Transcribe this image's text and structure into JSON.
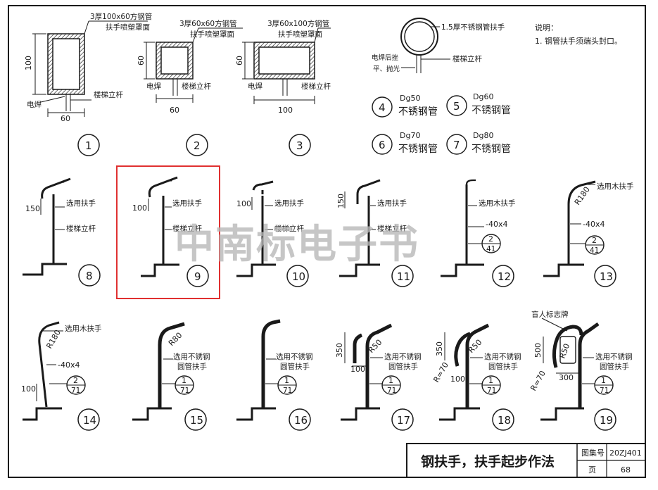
{
  "notes": {
    "title": "说明：",
    "line1": "1. 钢管扶手须端头封口。"
  },
  "sections": {
    "s1": {
      "label": "3厚100x60方钢管",
      "label2": "扶手喷塑罩面",
      "height": "100",
      "width": "60",
      "weld": "电焊",
      "post": "楼梯立杆",
      "num": "1"
    },
    "s2": {
      "label": "3厚60x60方钢管",
      "label2": "扶手喷塑罩面",
      "height": "60",
      "width": "60",
      "weld": "电焊",
      "post": "楼梯立杆",
      "num": "2"
    },
    "s3": {
      "label": "3厚60x100方钢管",
      "label2": "扶手喷塑罩面",
      "height": "60",
      "width": "100",
      "weld": "电焊",
      "post": "楼梯立杆",
      "num": "3"
    },
    "round": {
      "label": "1.5厚不锈钢管扶手",
      "weld": "电焊后挫",
      "weld2": "平、抛光",
      "post": "楼梯立杆"
    }
  },
  "pipes": [
    {
      "num": "4",
      "size": "Dg50",
      "mat": "不锈钢管"
    },
    {
      "num": "5",
      "size": "Dg60",
      "mat": "不锈钢管"
    },
    {
      "num": "6",
      "size": "Dg70",
      "mat": "不锈钢管"
    },
    {
      "num": "7",
      "size": "Dg80",
      "mat": "不锈钢管"
    }
  ],
  "details": {
    "d8": {
      "num": "8",
      "dim": "150",
      "label1": "选用扶手",
      "label2": "楼梯立杆"
    },
    "d9": {
      "num": "9",
      "dim": "100",
      "label1": "选用扶手",
      "label2": "楼梯立杆"
    },
    "d10": {
      "num": "10",
      "dim": "100",
      "label1": "选用扶手",
      "label2": "楼梯立杆"
    },
    "d11": {
      "num": "11",
      "dim": "150",
      "label1": "选用扶手",
      "label2": "楼梯立杆"
    },
    "d12": {
      "num": "12",
      "label1": "选用木扶手",
      "label2": "-40x4",
      "ref_top": "2",
      "ref_bot": "41"
    },
    "d13": {
      "num": "13",
      "label1": "选用木扶手",
      "radius": "R180",
      "label2": "-40x4",
      "ref_top": "2",
      "ref_bot": "41"
    },
    "d14": {
      "num": "14",
      "label1": "选用木扶手",
      "radius": "R180",
      "label2": "-40x4",
      "dim": "100",
      "ref_top": "2",
      "ref_bot": "71"
    },
    "d15": {
      "num": "15",
      "radius": "R80",
      "label1": "选用不锈钢",
      "label2": "圆管扶手",
      "ref_top": "1",
      "ref_bot": "71"
    },
    "d16": {
      "num": "16",
      "label1": "选用不锈钢",
      "label2": "圆管扶手",
      "ref_top": "1",
      "ref_bot": "71"
    },
    "d17": {
      "num": "17",
      "dim1": "350",
      "radius": "R50",
      "dim2": "100",
      "label1": "选用不锈钢",
      "label2": "圆管扶手",
      "ref_top": "1",
      "ref_bot": "71"
    },
    "d18": {
      "num": "18",
      "dim1": "350",
      "radius": "R50",
      "radius2": "R=70",
      "dim2": "100",
      "label1": "选用不锈钢",
      "label2": "圆管扶手",
      "ref_top": "1",
      "ref_bot": "71"
    },
    "d19": {
      "num": "19",
      "sign": "盲人标志牌",
      "dim1": "500",
      "radius": "R50",
      "radius2": "R=70",
      "dim2": "300",
      "label1": "选用不锈钢",
      "label2": "圆管扶手",
      "ref_top": "1",
      "ref_bot": "71"
    }
  },
  "watermark": "中南标电子书",
  "titleblock": {
    "title": "钢扶手，扶手起步作法",
    "atlas_label": "图集号",
    "atlas_value": "20ZJ401",
    "page_label": "页",
    "page_value": "68"
  },
  "highlight_color": "#e03030"
}
